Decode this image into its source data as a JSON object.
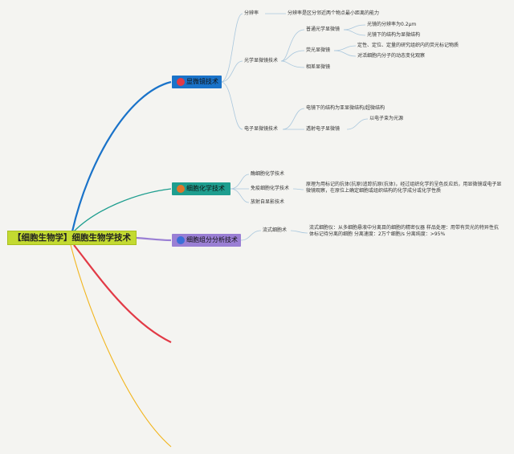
{
  "root": {
    "label": "【细胞生物学】细胞生物学技术"
  },
  "colors": {
    "blue": "#1a73c9",
    "teal": "#1e9e8f",
    "purple": "#9a7fd4",
    "red": "#e23a46",
    "yellow": "#f2b51d",
    "twig": "#a9c7dd"
  },
  "branches": [
    {
      "label": "显微镜技术",
      "children": [
        {
          "label": "分辨率",
          "children": [
            {
              "label": "分辨率是区分邻近两个物点最小距离的能力"
            }
          ]
        },
        {
          "label": "光学显微镜技术",
          "children": [
            {
              "label": "普通光学显微镜",
              "children": [
                {
                  "label": "光镜的分辨率为0.2μm"
                },
                {
                  "label": "光镜下的结构为显微结构"
                }
              ]
            },
            {
              "label": "荧光显微镜",
              "children": [
                {
                  "label": "定性、定位、定量的研究组织内的荧光标记物质"
                },
                {
                  "label": "对活细胞内分子的动态变化观察"
                }
              ]
            },
            {
              "label": "相差显微镜"
            }
          ]
        },
        {
          "label": "电子显微镜技术",
          "children": [
            {
              "label": "电镜下的结构为亚显微结构/超微结构"
            },
            {
              "label": "透射电子显微镜",
              "children": [
                {
                  "label": "以电子束为光源"
                }
              ]
            }
          ]
        }
      ]
    },
    {
      "label": "细胞化学技术",
      "children": [
        {
          "label": "酶细胞化学技术"
        },
        {
          "label": "免疫细胞化学技术",
          "note": "原理为用标记的抗体(抗原)追踪抗原(抗体)，经过组织化学的呈色反应后，用显微镜或电子显微镜观察，在原位上确定细胞或组织结构的化学成分或化学性质"
        },
        {
          "label": "放射自显影技术"
        }
      ]
    },
    {
      "label": "细胞组分分析技术",
      "children": [
        {
          "label": "流式细胞术",
          "note": "流式细胞仪：从多细胞悬液中分离目的细胞的精密仪器 样品处理：用带有荧光的特异性抗体标记待分离的细胞 分离速度：2万个细胞/s 分离纯度：>95%"
        }
      ]
    }
  ]
}
